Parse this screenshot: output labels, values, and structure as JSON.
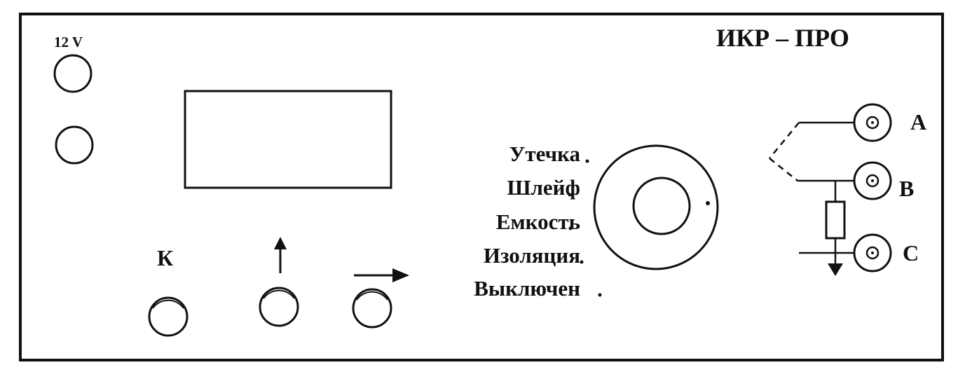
{
  "device": {
    "title": "ИКР – ПРО",
    "power_label": "12 V",
    "key_label": "К",
    "up_arrow": "↑",
    "right_arrow": "→"
  },
  "modes": [
    {
      "label": "Утечка"
    },
    {
      "label": "Шлейф"
    },
    {
      "label": "Емкость"
    },
    {
      "label": "Изоляция"
    },
    {
      "label": "Выключен"
    }
  ],
  "terminals": [
    {
      "label": "A"
    },
    {
      "label": "B"
    },
    {
      "label": "C"
    }
  ],
  "icons": {
    "power_jack": "circle-icon",
    "selector_knob": "rotary-knob-icon",
    "resistor": "resistor-icon",
    "ground": "ground-arrow-icon"
  },
  "colors": {
    "ink": "#111111",
    "paper": "#ffffff"
  }
}
